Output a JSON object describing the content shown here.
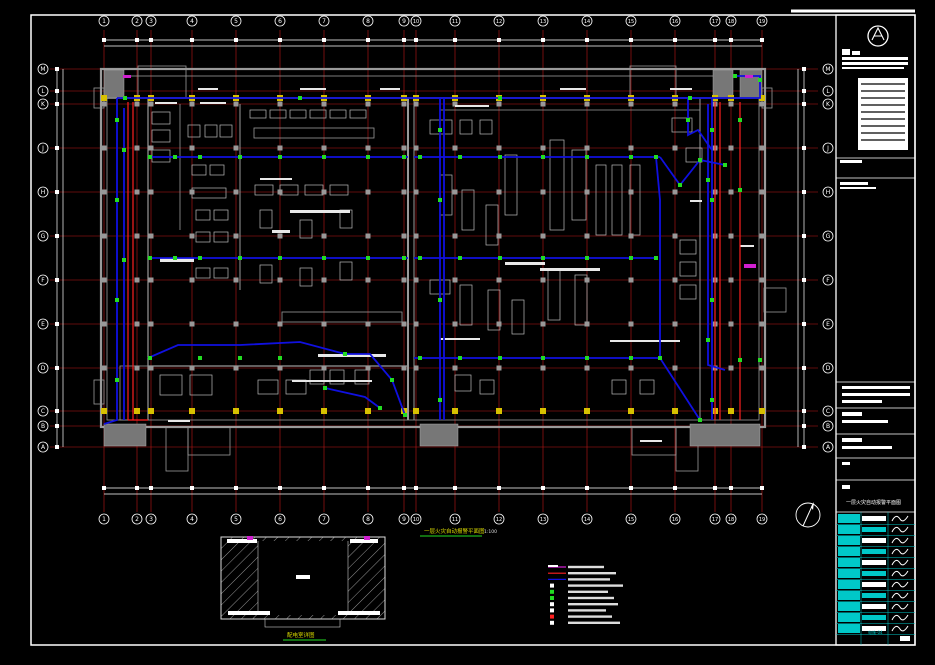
{
  "drawing": {
    "column_axes": [
      "1",
      "2",
      "3",
      "4",
      "5",
      "6",
      "7",
      "8",
      "9",
      "10",
      "11",
      "12",
      "13",
      "14",
      "15",
      "16",
      "17",
      "18",
      "19"
    ],
    "row_axes": [
      "M",
      "L",
      "K",
      "J",
      "H",
      "G",
      "F",
      "E",
      "D",
      "C",
      "B",
      "A"
    ],
    "plan_title": "一层火灾自动报警平面图",
    "plan_scale": "1:100",
    "detail_title": "配电室详图",
    "sheet_title": "一层火灾自动报警平面图",
    "drawing_number": "电施-04",
    "colors": {
      "background": "#000000",
      "frame": "#ffffff",
      "grid_red": "#c01818",
      "wall_gray": "#9a9a9a",
      "wire_blue": "#1010e0",
      "device_green": "#22dd22",
      "column_yellow": "#d8c000",
      "tag_magenta": "#d020d0",
      "titleblock_cyan": "#00c8c8"
    }
  }
}
